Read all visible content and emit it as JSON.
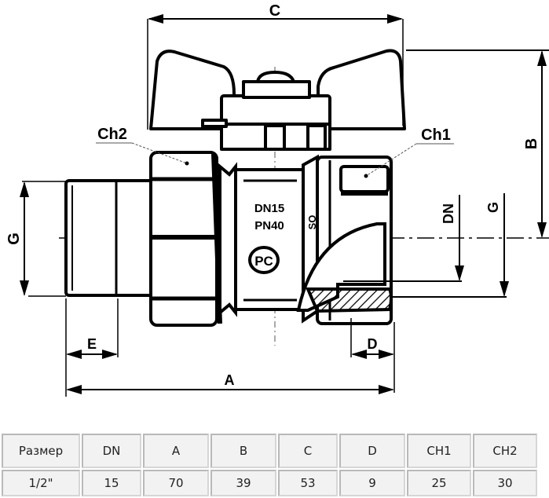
{
  "drawing": {
    "labels": {
      "A": "A",
      "B": "B",
      "C": "C",
      "D": "D",
      "E": "E",
      "G_left": "G",
      "G_right": "G",
      "DN": "DN",
      "Ch1": "Ch1",
      "Ch2": "Ch2"
    },
    "body_marking": {
      "line1": "DN15",
      "line2": "PN40",
      "logo": "PC",
      "side_mark": "SO"
    }
  },
  "table": {
    "headers": [
      "Размер",
      "DN",
      "A",
      "B",
      "C",
      "D",
      "CH1",
      "CH2"
    ],
    "rows": [
      [
        "1/2\"",
        "15",
        "70",
        "39",
        "53",
        "9",
        "25",
        "30"
      ]
    ]
  }
}
